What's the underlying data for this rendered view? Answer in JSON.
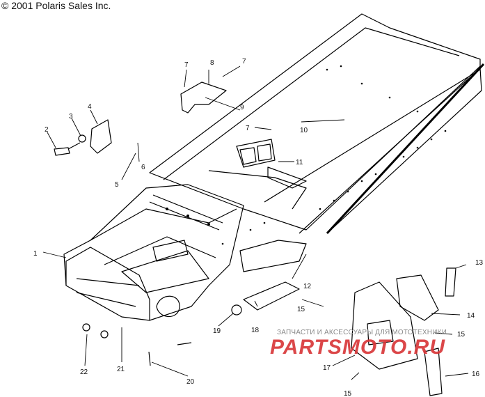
{
  "copyright": "© 2001 Polaris Sales Inc.",
  "callouts": [
    "1",
    "2",
    "3",
    "4",
    "5",
    "6",
    "7",
    "7",
    "7",
    "8",
    "9",
    "10",
    "11",
    "12",
    "13",
    "14",
    "15",
    "15",
    "15",
    "16",
    "17",
    "18",
    "19",
    "20",
    "21",
    "22"
  ],
  "watermark": {
    "text": "ЗАПЧАСТИ И АКСЕССУАРЫ ДЛЯ МОТОТЕХНИКИ",
    "logo": "PARTSMOTO.RU"
  },
  "colors": {
    "line": "#000000",
    "watermark_logo": "#d9383a",
    "watermark_text": "#8a8a8a"
  }
}
